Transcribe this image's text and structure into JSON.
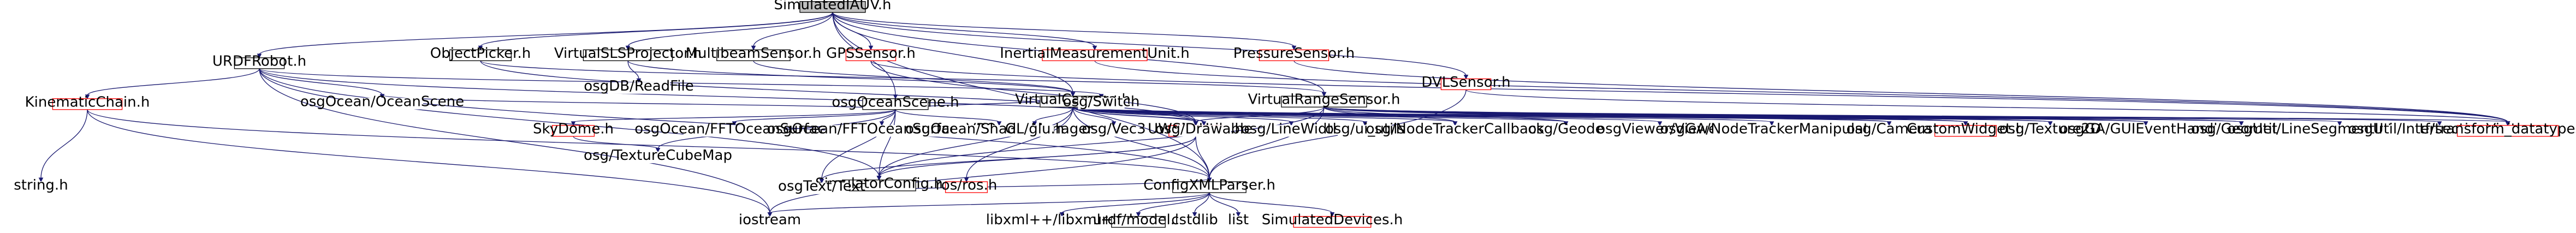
{
  "graph": {
    "colors": {
      "edge": "#191970",
      "root_fill": "#bfbfbf",
      "node_fill": "#ffffff",
      "normal_border": "#000000",
      "missing_border": "#ff0000",
      "label_gray": "#666666",
      "label_red": "#ff0000"
    },
    "nodes": [
      {
        "id": "root",
        "label": "SimulatedIAUV.h",
        "style": "root"
      },
      {
        "id": "urdf",
        "label": "URDFRobot.h",
        "style": "normal"
      },
      {
        "id": "objpick",
        "label": "ObjectPicker.h",
        "style": "normal"
      },
      {
        "id": "vslproj",
        "label": "VirtualSLSProjector.h",
        "style": "normal"
      },
      {
        "id": "multibeam",
        "label": "MultibeamSensor.h",
        "style": "normal"
      },
      {
        "id": "gps",
        "label": "GPSSensor.h",
        "style": "missing"
      },
      {
        "id": "imu",
        "label": "InertialMeasurementUnit.h",
        "style": "missing"
      },
      {
        "id": "pressure",
        "label": "PressureSensor.h",
        "style": "missing"
      },
      {
        "id": "dvl",
        "label": "DVLSensor.h",
        "style": "missing"
      },
      {
        "id": "oceanscene",
        "label": "osgOceanScene.h",
        "style": "normal"
      },
      {
        "id": "vrange",
        "label": "VirtualRangeSensor.h",
        "style": "normal"
      },
      {
        "id": "vcamera",
        "label": "VirtualCamera.h",
        "style": "normal"
      },
      {
        "id": "readfile",
        "label": "osgDB/ReadFile",
        "style": "gray"
      },
      {
        "id": "kinchain",
        "label": "KinematicChain.h",
        "style": "missing"
      },
      {
        "id": "oceanscene2",
        "label": "osgOcean/OceanScene",
        "style": "gray"
      },
      {
        "id": "skydome",
        "label": "SkyDome.h",
        "style": "missing"
      },
      {
        "id": "fftsurf",
        "label": "osgOcean/FFTOceanSurface",
        "style": "gray"
      },
      {
        "id": "fftsurfvbo",
        "label": "osgOcean/FFTOceanSurfaceVBO",
        "style": "gray"
      },
      {
        "id": "shadermgr",
        "label": "osgOcean/ShaderManager",
        "style": "gray"
      },
      {
        "id": "oswitch",
        "label": "osg/Switch",
        "style": "gray"
      },
      {
        "id": "uwsim",
        "label": "UWSimUtils.h",
        "style": "missing"
      },
      {
        "id": "glu",
        "label": "GL/glu.h",
        "style": "gray"
      },
      {
        "id": "vec3",
        "label": "osg/Vec3",
        "style": "gray"
      },
      {
        "id": "drawable",
        "label": "osg/Drawable",
        "style": "gray"
      },
      {
        "id": "linewidth",
        "label": "osg/LineWidth",
        "style": "gray"
      },
      {
        "id": "osgutils",
        "label": "osg/ui_utils",
        "style": "gray"
      },
      {
        "id": "nodetrack",
        "label": "osg/NodeTrackerCallback",
        "style": "gray"
      },
      {
        "id": "geode",
        "label": "osg/Geode",
        "style": "gray"
      },
      {
        "id": "viewer",
        "label": "osgViewer/Viewer",
        "style": "gray"
      },
      {
        "id": "nodetrackmanip",
        "label": "osgGA/NodeTrackerManipulator",
        "style": "gray"
      },
      {
        "id": "camera",
        "label": "osg/Camera",
        "style": "gray"
      },
      {
        "id": "customwidget",
        "label": "CustomWidget.h",
        "style": "missing"
      },
      {
        "id": "texture2d",
        "label": "osg/Texture2D",
        "style": "gray"
      },
      {
        "id": "guieventhandler",
        "label": "osgGA/GUIEventHandler",
        "style": "gray"
      },
      {
        "id": "geometry",
        "label": "osg/Geometry",
        "style": "gray"
      },
      {
        "id": "lineseg",
        "label": "osgUtil/LineSegmentIntersector",
        "style": "gray"
      },
      {
        "id": "intersectvis",
        "label": "osgUtil/IntersectionVisitor",
        "style": "gray"
      },
      {
        "id": "tftransform",
        "label": "tf/transform_datatypes.h",
        "style": "missing"
      },
      {
        "id": "stringh",
        "label": "string.h",
        "style": "gray"
      },
      {
        "id": "texcube",
        "label": "osg/TextureCubeMap",
        "style": "gray"
      },
      {
        "id": "simconfig",
        "label": "SimulatorConfig.h",
        "style": "normal"
      },
      {
        "id": "text",
        "label": "osgText/Text",
        "style": "gray"
      },
      {
        "id": "rosinc",
        "label": "ros/ros.h",
        "style": "missing"
      },
      {
        "id": "configxml",
        "label": "ConfigXMLParser.h",
        "style": "normal"
      },
      {
        "id": "iostream",
        "label": "iostream",
        "style": "gray"
      },
      {
        "id": "libxml",
        "label": "libxml++/libxml++.h",
        "style": "gray"
      },
      {
        "id": "urdfmodel",
        "label": "urdf/model.h",
        "style": "normal"
      },
      {
        "id": "cstdlib",
        "label": "cstdlib",
        "style": "gray"
      },
      {
        "id": "list",
        "label": "list",
        "style": "gray"
      },
      {
        "id": "simdevices",
        "label": "SimulatedDevices.h",
        "style": "missing"
      }
    ],
    "edges": [
      [
        "root",
        "urdf"
      ],
      [
        "root",
        "objpick"
      ],
      [
        "root",
        "vslproj"
      ],
      [
        "root",
        "multibeam"
      ],
      [
        "root",
        "gps"
      ],
      [
        "root",
        "imu"
      ],
      [
        "root",
        "pressure"
      ],
      [
        "root",
        "dvl"
      ],
      [
        "root",
        "oceanscene"
      ],
      [
        "root",
        "vrange"
      ],
      [
        "root",
        "vcamera"
      ],
      [
        "root",
        "configxml"
      ],
      [
        "urdf",
        "kinchain"
      ],
      [
        "urdf",
        "oceanscene2"
      ],
      [
        "urdf",
        "oswitch"
      ],
      [
        "urdf",
        "uwsim"
      ],
      [
        "urdf",
        "simconfig"
      ],
      [
        "urdf",
        "configxml"
      ],
      [
        "urdf",
        "iostream"
      ],
      [
        "kinchain",
        "stringh"
      ],
      [
        "kinchain",
        "configxml"
      ],
      [
        "kinchain",
        "iostream"
      ],
      [
        "objpick",
        "uwsim"
      ],
      [
        "objpick",
        "vrange"
      ],
      [
        "vslproj",
        "readfile"
      ],
      [
        "vslproj",
        "vcamera"
      ],
      [
        "multibeam",
        "vcamera"
      ],
      [
        "gps",
        "uwsim"
      ],
      [
        "gps",
        "tftransform"
      ],
      [
        "imu",
        "tftransform"
      ],
      [
        "pressure",
        "tftransform"
      ],
      [
        "dvl",
        "tftransform"
      ],
      [
        "dvl",
        "configxml"
      ],
      [
        "oceanscene",
        "oceanscene2"
      ],
      [
        "oceanscene",
        "skydome"
      ],
      [
        "oceanscene",
        "fftsurf"
      ],
      [
        "oceanscene",
        "fftsurfvbo"
      ],
      [
        "oceanscene",
        "shadermgr"
      ],
      [
        "oceanscene",
        "oswitch"
      ],
      [
        "oceanscene",
        "texcube"
      ],
      [
        "oceanscene",
        "text"
      ],
      [
        "oceanscene",
        "simconfig"
      ],
      [
        "skydome",
        "texcube"
      ],
      [
        "uwsim",
        "text"
      ],
      [
        "uwsim",
        "simconfig"
      ],
      [
        "uwsim",
        "configxml"
      ],
      [
        "uwsim",
        "iostream"
      ],
      [
        "vcamera",
        "glu"
      ],
      [
        "vcamera",
        "vec3"
      ],
      [
        "vcamera",
        "drawable"
      ],
      [
        "vcamera",
        "linewidth"
      ],
      [
        "vcamera",
        "osgutils"
      ],
      [
        "vcamera",
        "nodetrack"
      ],
      [
        "vcamera",
        "geode"
      ],
      [
        "vcamera",
        "viewer"
      ],
      [
        "vcamera",
        "nodetrackmanip"
      ],
      [
        "vcamera",
        "camera"
      ],
      [
        "vcamera",
        "customwidget"
      ],
      [
        "vcamera",
        "texture2d"
      ],
      [
        "vcamera",
        "guieventhandler"
      ],
      [
        "vcamera",
        "geometry"
      ],
      [
        "vcamera",
        "uwsim"
      ],
      [
        "vcamera",
        "rosinc"
      ],
      [
        "vcamera",
        "simconfig"
      ],
      [
        "vcamera",
        "configxml"
      ],
      [
        "vrange",
        "nodetrack"
      ],
      [
        "vrange",
        "geode"
      ],
      [
        "vrange",
        "camera"
      ],
      [
        "vrange",
        "customwidget"
      ],
      [
        "vrange",
        "texture2d"
      ],
      [
        "vrange",
        "guieventhandler"
      ],
      [
        "vrange",
        "geometry"
      ],
      [
        "vrange",
        "lineseg"
      ],
      [
        "vrange",
        "intersectvis"
      ],
      [
        "vrange",
        "uwsim"
      ],
      [
        "vrange",
        "simconfig"
      ],
      [
        "vrange",
        "configxml"
      ],
      [
        "vrange",
        "tftransform"
      ],
      [
        "simconfig",
        "configxml"
      ],
      [
        "configxml",
        "libxml"
      ],
      [
        "configxml",
        "urdfmodel"
      ],
      [
        "configxml",
        "cstdlib"
      ],
      [
        "configxml",
        "list"
      ],
      [
        "configxml",
        "simdevices"
      ],
      [
        "configxml",
        "iostream"
      ]
    ]
  }
}
